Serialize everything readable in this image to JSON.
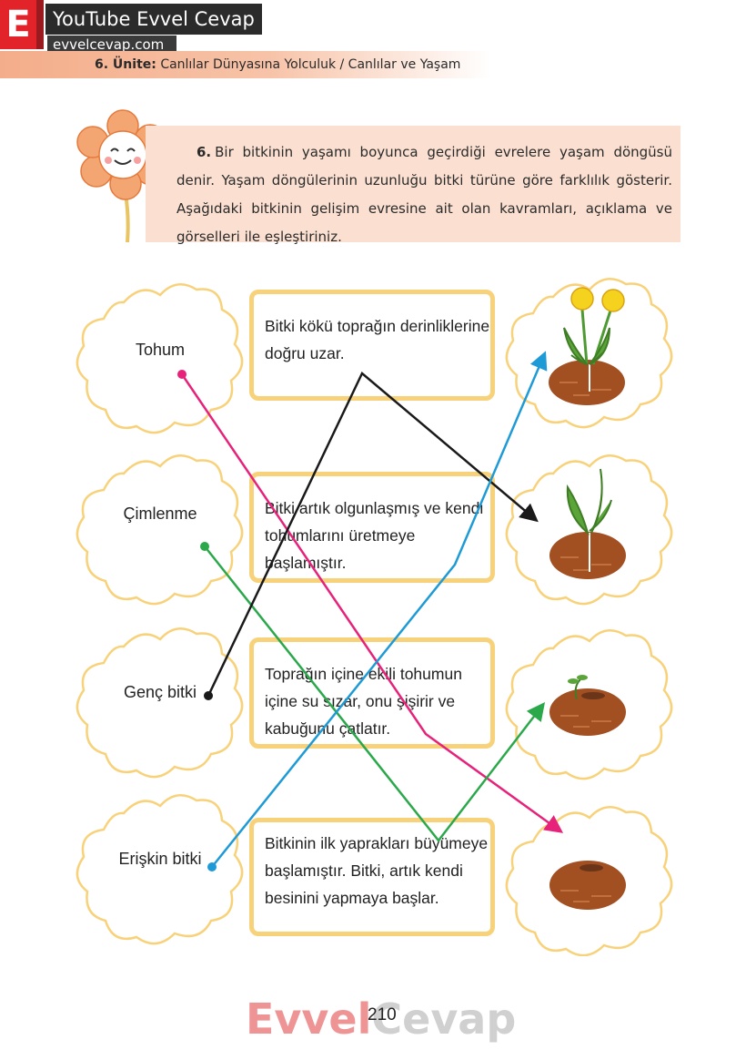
{
  "header": {
    "logo_letter": "E",
    "channel_title": "YouTube Evvel Cevap",
    "site_url": "evvelcevap.com",
    "unit_label": "6. Ünite:",
    "unit_title": "Canlılar Dünyasına Yolculuk / Canlılar ve Yaşam"
  },
  "question": {
    "number": "6.",
    "text": "Bir bitkinin yaşamı boyunca geçirdiği evrelere yaşam döngüsü denir. Yaşam döngülerinin uzunluğu bitki türüne göre farklılık gösterir. Aşağıdaki bitkinin gelişim evresine ait olan kavramları, açıklama ve görselleri ile eşleştiriniz."
  },
  "concepts": [
    "Tohum",
    "Çimlenme",
    "Genç bitki",
    "Erişkin bitki"
  ],
  "descriptions": [
    "Bitki kökü toprağın derinliklerine doğru uzar.",
    "Bitki artık olgunlaşmış ve kendi tohumlarını üretmeye başlamıştır.",
    "Toprağın içine ekili tohumun içine su sızar, onu şişirir ve kabuğunu çatlatır.",
    "Bitkinin ilk yaprakları büyümeye başlamıştır. Bitki, artık kendi besinini yapmaya başlar."
  ],
  "images": [
    "flowering-dandelion-icon",
    "young-plant-icon",
    "sprouting-seed-icon",
    "seed-in-soil-icon"
  ],
  "line_colors": {
    "tohum": "#e6227a",
    "cimlenme": "#2aa84a",
    "genc_bitki": "#1a1a1a",
    "eriskin_bitki": "#1e9ad6"
  },
  "page_number": "210",
  "watermark": {
    "part1": "Evvel",
    "part2": "Cevap"
  }
}
